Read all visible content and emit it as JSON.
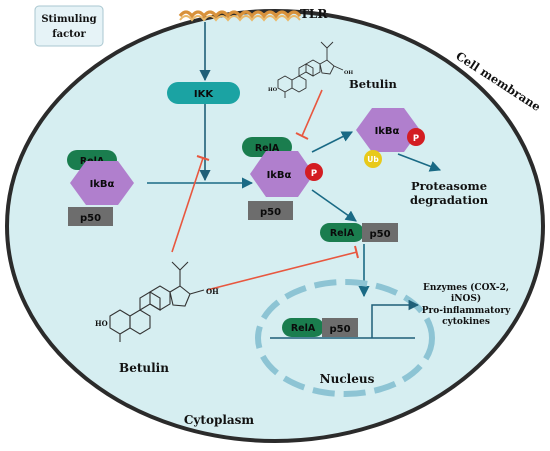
{
  "labels": {
    "stimulating_factor_line1": "Stimuling",
    "stimulating_factor_line2": "factor",
    "tlr": "TLR",
    "cell_membrane": "Cell membrane",
    "ikk": "IKK",
    "betulin_top": "Betulin",
    "betulin_bottom": "Betulin",
    "rela": "RelA",
    "ikba": "IkBα",
    "p50": "p50",
    "p": "P",
    "ub": "Ub",
    "proteasome_line1": "Proteasome",
    "proteasome_line2": "degradation",
    "enzymes_line1": "Enzymes (COX-2,",
    "enzymes_line2": "iNOS)",
    "proinflam_line1": "Pro-inflammatory",
    "proinflam_line2": "cytokines",
    "nucleus": "Nucleus",
    "cytoplasm": "Cytoplasm",
    "oh": "OH",
    "ho": "HO"
  },
  "colors": {
    "cell_fill": "#d6eef1",
    "cell_border": "#2b2b2b",
    "teal": "#1ba3a3",
    "rela_green": "#1a7d4e",
    "ikba_purple": "#b07fcd",
    "p50_gray": "#6d6d6d",
    "phospho_red": "#d31d22",
    "ub_yellow": "#e8c91a",
    "inhibit_red": "#e8573f",
    "nucleus_dash": "#8dc4d4",
    "tlr_orange": "#e2a44a"
  }
}
